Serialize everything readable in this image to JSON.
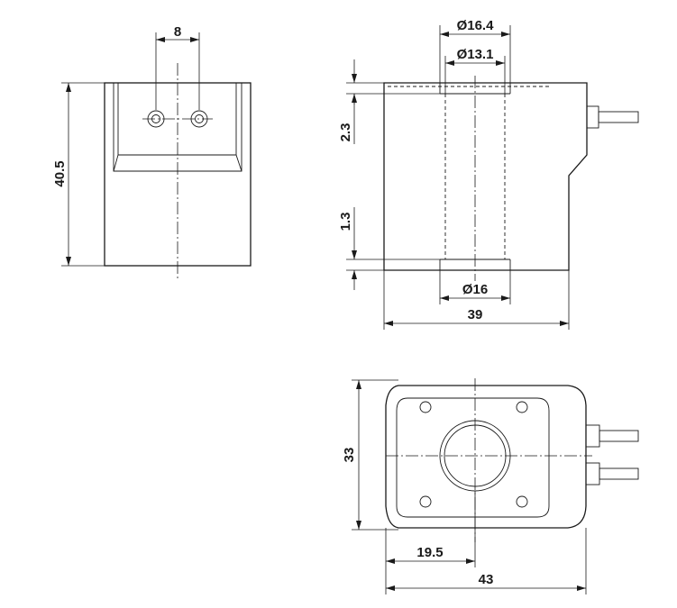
{
  "front_view": {
    "pin_spacing": "8",
    "height": "40.5"
  },
  "side_view": {
    "bore_outer_top": "Ø16.4",
    "bore_inner": "Ø13.1",
    "top_step": "2.3",
    "bottom_step": "1.3",
    "bore_bottom": "Ø16",
    "width": "39"
  },
  "bottom_view": {
    "height": "33",
    "center_offset": "19.5",
    "total_width": "43"
  }
}
